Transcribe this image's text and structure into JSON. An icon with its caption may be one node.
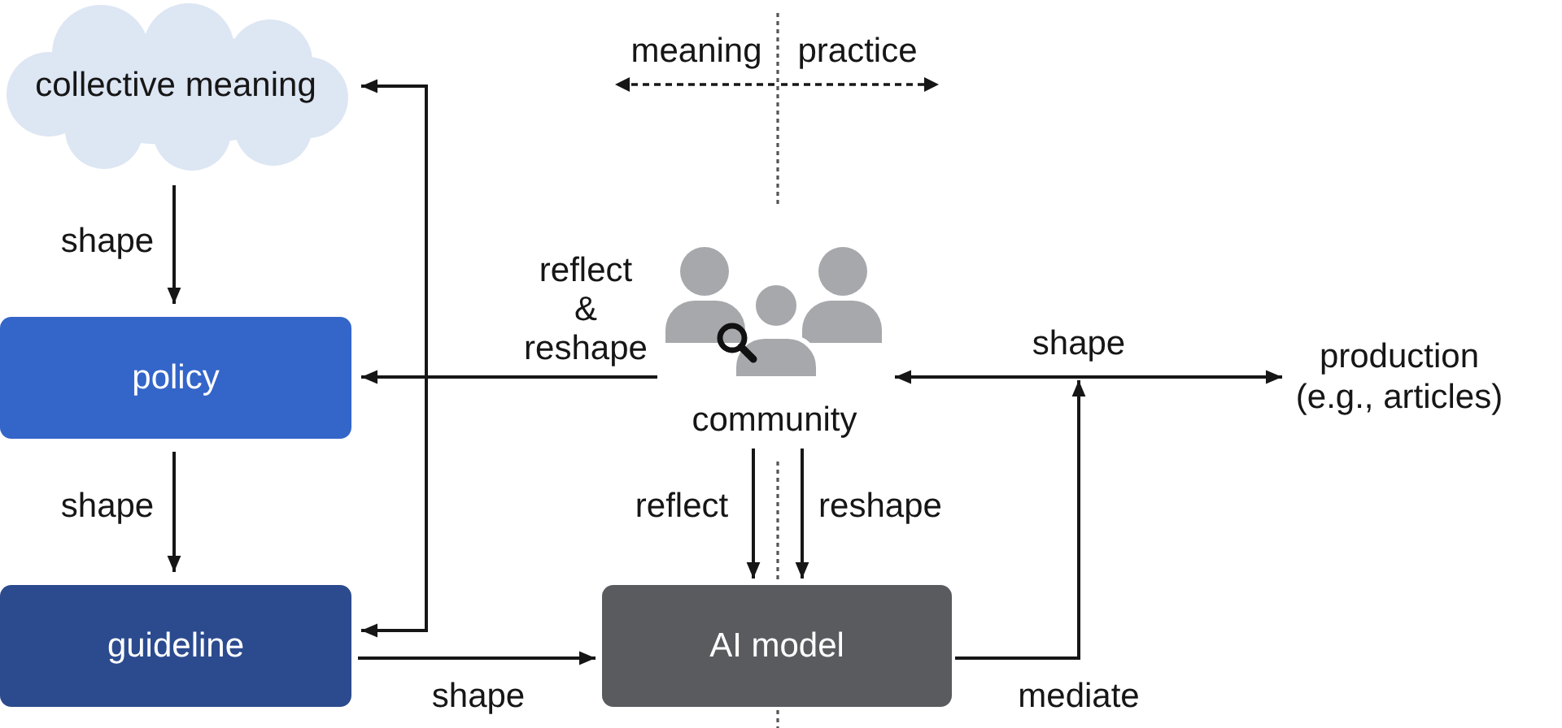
{
  "diagram": {
    "nodes": [
      {
        "text": [
          "collective meaning"
        ]
      },
      {
        "text": [
          "policy"
        ]
      },
      {
        "text": [
          "guideline"
        ]
      },
      {
        "text": [
          "community"
        ]
      },
      {
        "text": [
          "AI model"
        ]
      },
      {
        "text": [
          "production (e.g., articles)"
        ]
      }
    ],
    "edges": [
      {
        "from": 0,
        "to": 1,
        "arrow": "to",
        "label": "shape"
      },
      {
        "from": 1,
        "to": 2,
        "arrow": "to",
        "label": "shape"
      },
      {
        "from": 3,
        "to": 0,
        "arrow": "to"
      },
      {
        "from": 3,
        "to": 1,
        "arrow": "to",
        "label": "reflect & reshape"
      },
      {
        "from": 3,
        "to": 2,
        "arrow": "to"
      },
      {
        "from": 2,
        "to": 4,
        "arrow": "to",
        "label": "shape"
      },
      {
        "from": 3,
        "to": 4,
        "arrow": "to",
        "label": "reflect"
      },
      {
        "from": 3,
        "to": 4,
        "arrow": "to",
        "label": "reshape"
      },
      {
        "from": 3,
        "to": 5,
        "arrow": "both",
        "label": "shape"
      },
      {
        "from": 4,
        "to": null,
        "arrow": "to",
        "label": "mediate"
      }
    ],
    "labels": [
      "meaning",
      "practice"
    ]
  }
}
